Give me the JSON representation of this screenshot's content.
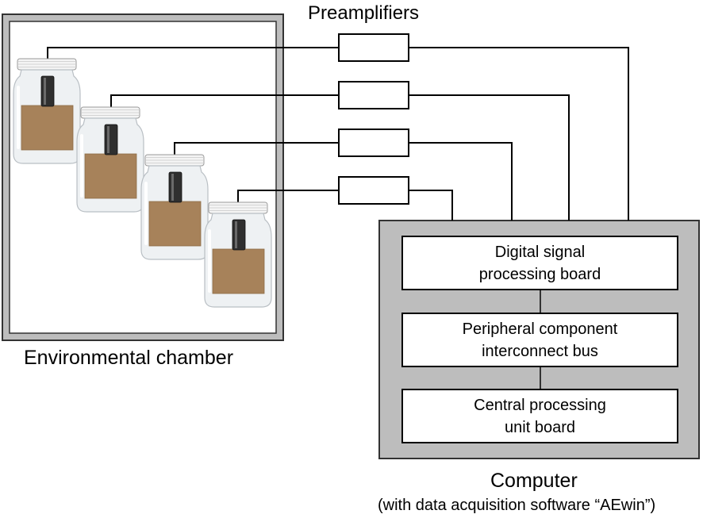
{
  "labels": {
    "preamplifiers": "Preamplifiers",
    "chamber": "Environmental chamber",
    "computer": "Computer",
    "software_note": "(with data acquisition software “AEwin”)"
  },
  "computer_boards": [
    {
      "line1": "Digital signal",
      "line2": "processing board"
    },
    {
      "line1": "Peripheral component",
      "line2": "interconnect bus"
    },
    {
      "line1": "Central processing",
      "line2": "unit board"
    }
  ],
  "colors": {
    "frame_gray": "#bdbdbd",
    "outline": "#333333",
    "wire": "#000000",
    "cardboard": "#a7825a",
    "cardboard_dark": "#8e6c47",
    "jar_glass": "#eef1f3",
    "jar_lid": "#f4f4f4",
    "sensor": "#2f2f2f"
  }
}
